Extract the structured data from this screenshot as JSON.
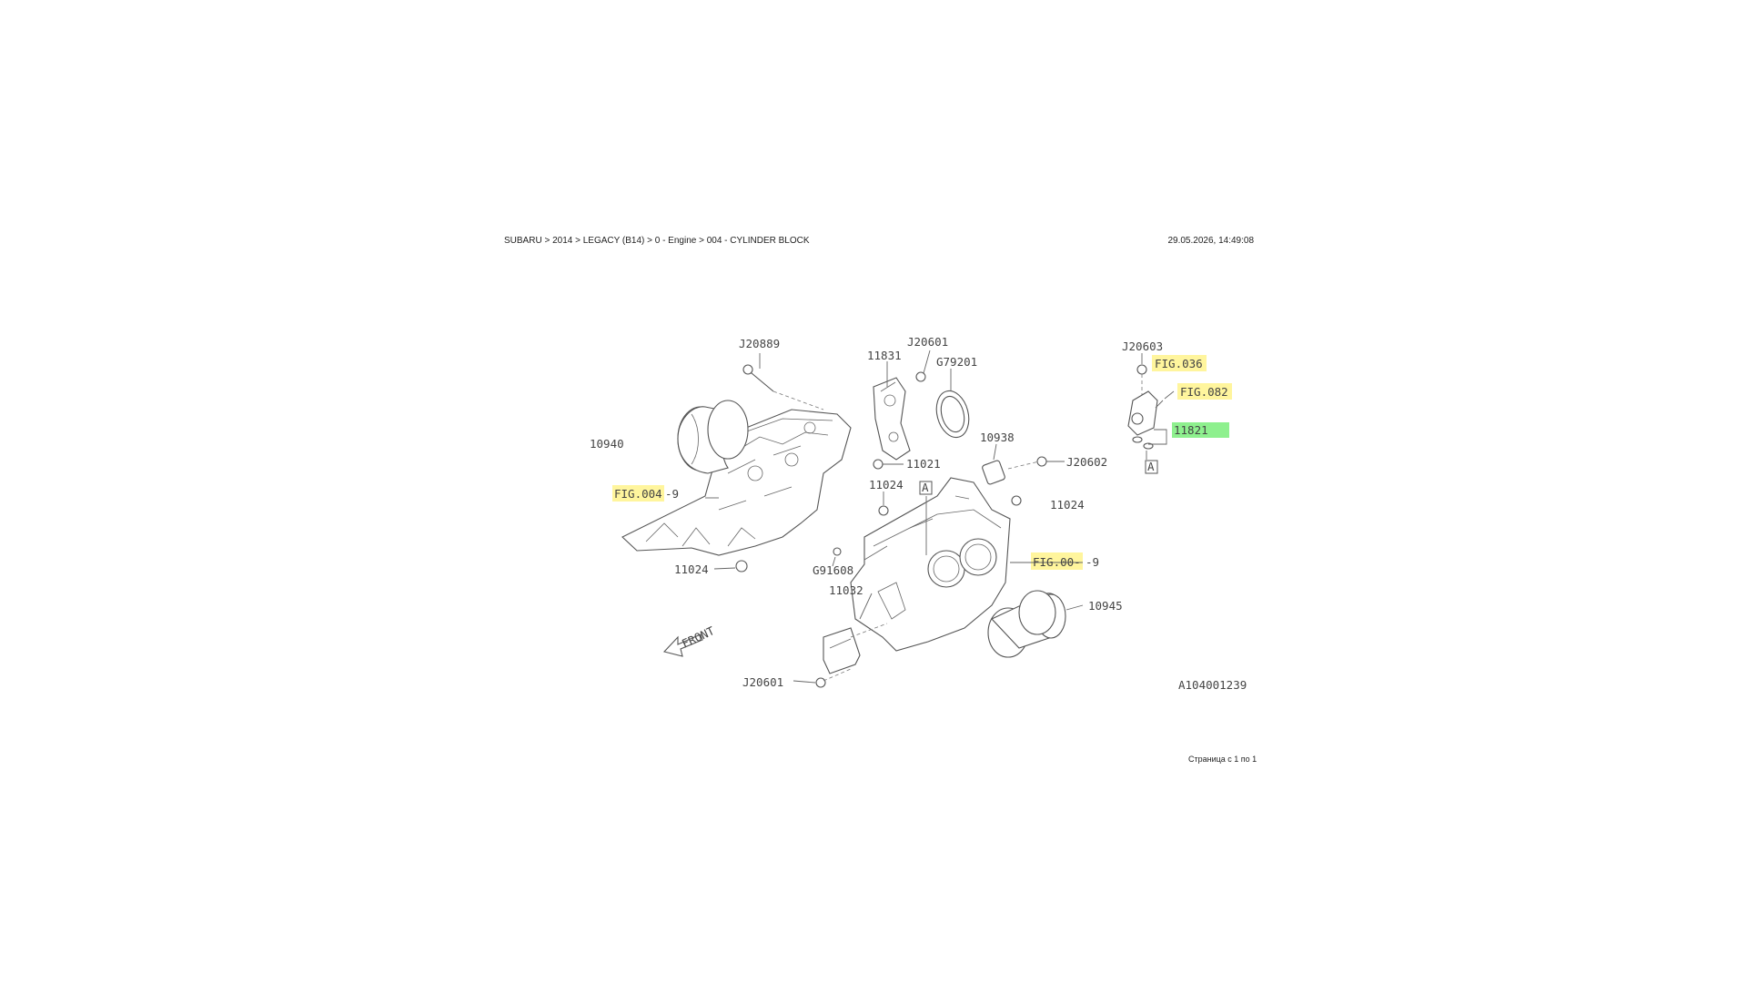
{
  "header": {
    "breadcrumb": "SUBARU > 2014 > LEGACY (B14) > 0 - Engine > 004 - CYLINDER BLOCK",
    "timestamp": "29.05.2026, 14:49:08"
  },
  "footer": {
    "page_count": "Страница с 1 по 1"
  },
  "colors": {
    "highlight_yellow": "#fff59d",
    "highlight_green": "#8ef08e"
  },
  "diagram": {
    "labels": {
      "j20889": "J20889",
      "j20601_top": "J20601",
      "p11831": "11831",
      "g79201": "G79201",
      "j20603": "J20603",
      "fig036": "FIG.036",
      "fig082": "FIG.082",
      "p11821": "11821",
      "p10940": "10940",
      "p11021": "11021",
      "p10938": "10938",
      "j20602": "J20602",
      "box_a_left": "A",
      "box_a_right": "A",
      "fig004_left": "FIG.004",
      "fig004_left_suffix": "-9",
      "p11024_mid": "11024",
      "p11024_right": "11024",
      "p11024_bottom": "11024",
      "fig004_right": "FIG.00-",
      "fig004_right_suffix": "-9",
      "g91608": "G91608",
      "p11032": "11032",
      "p10945": "10945",
      "front": "FRONT",
      "j20601_bottom": "J20601",
      "drawing_id": "A104001239"
    }
  }
}
